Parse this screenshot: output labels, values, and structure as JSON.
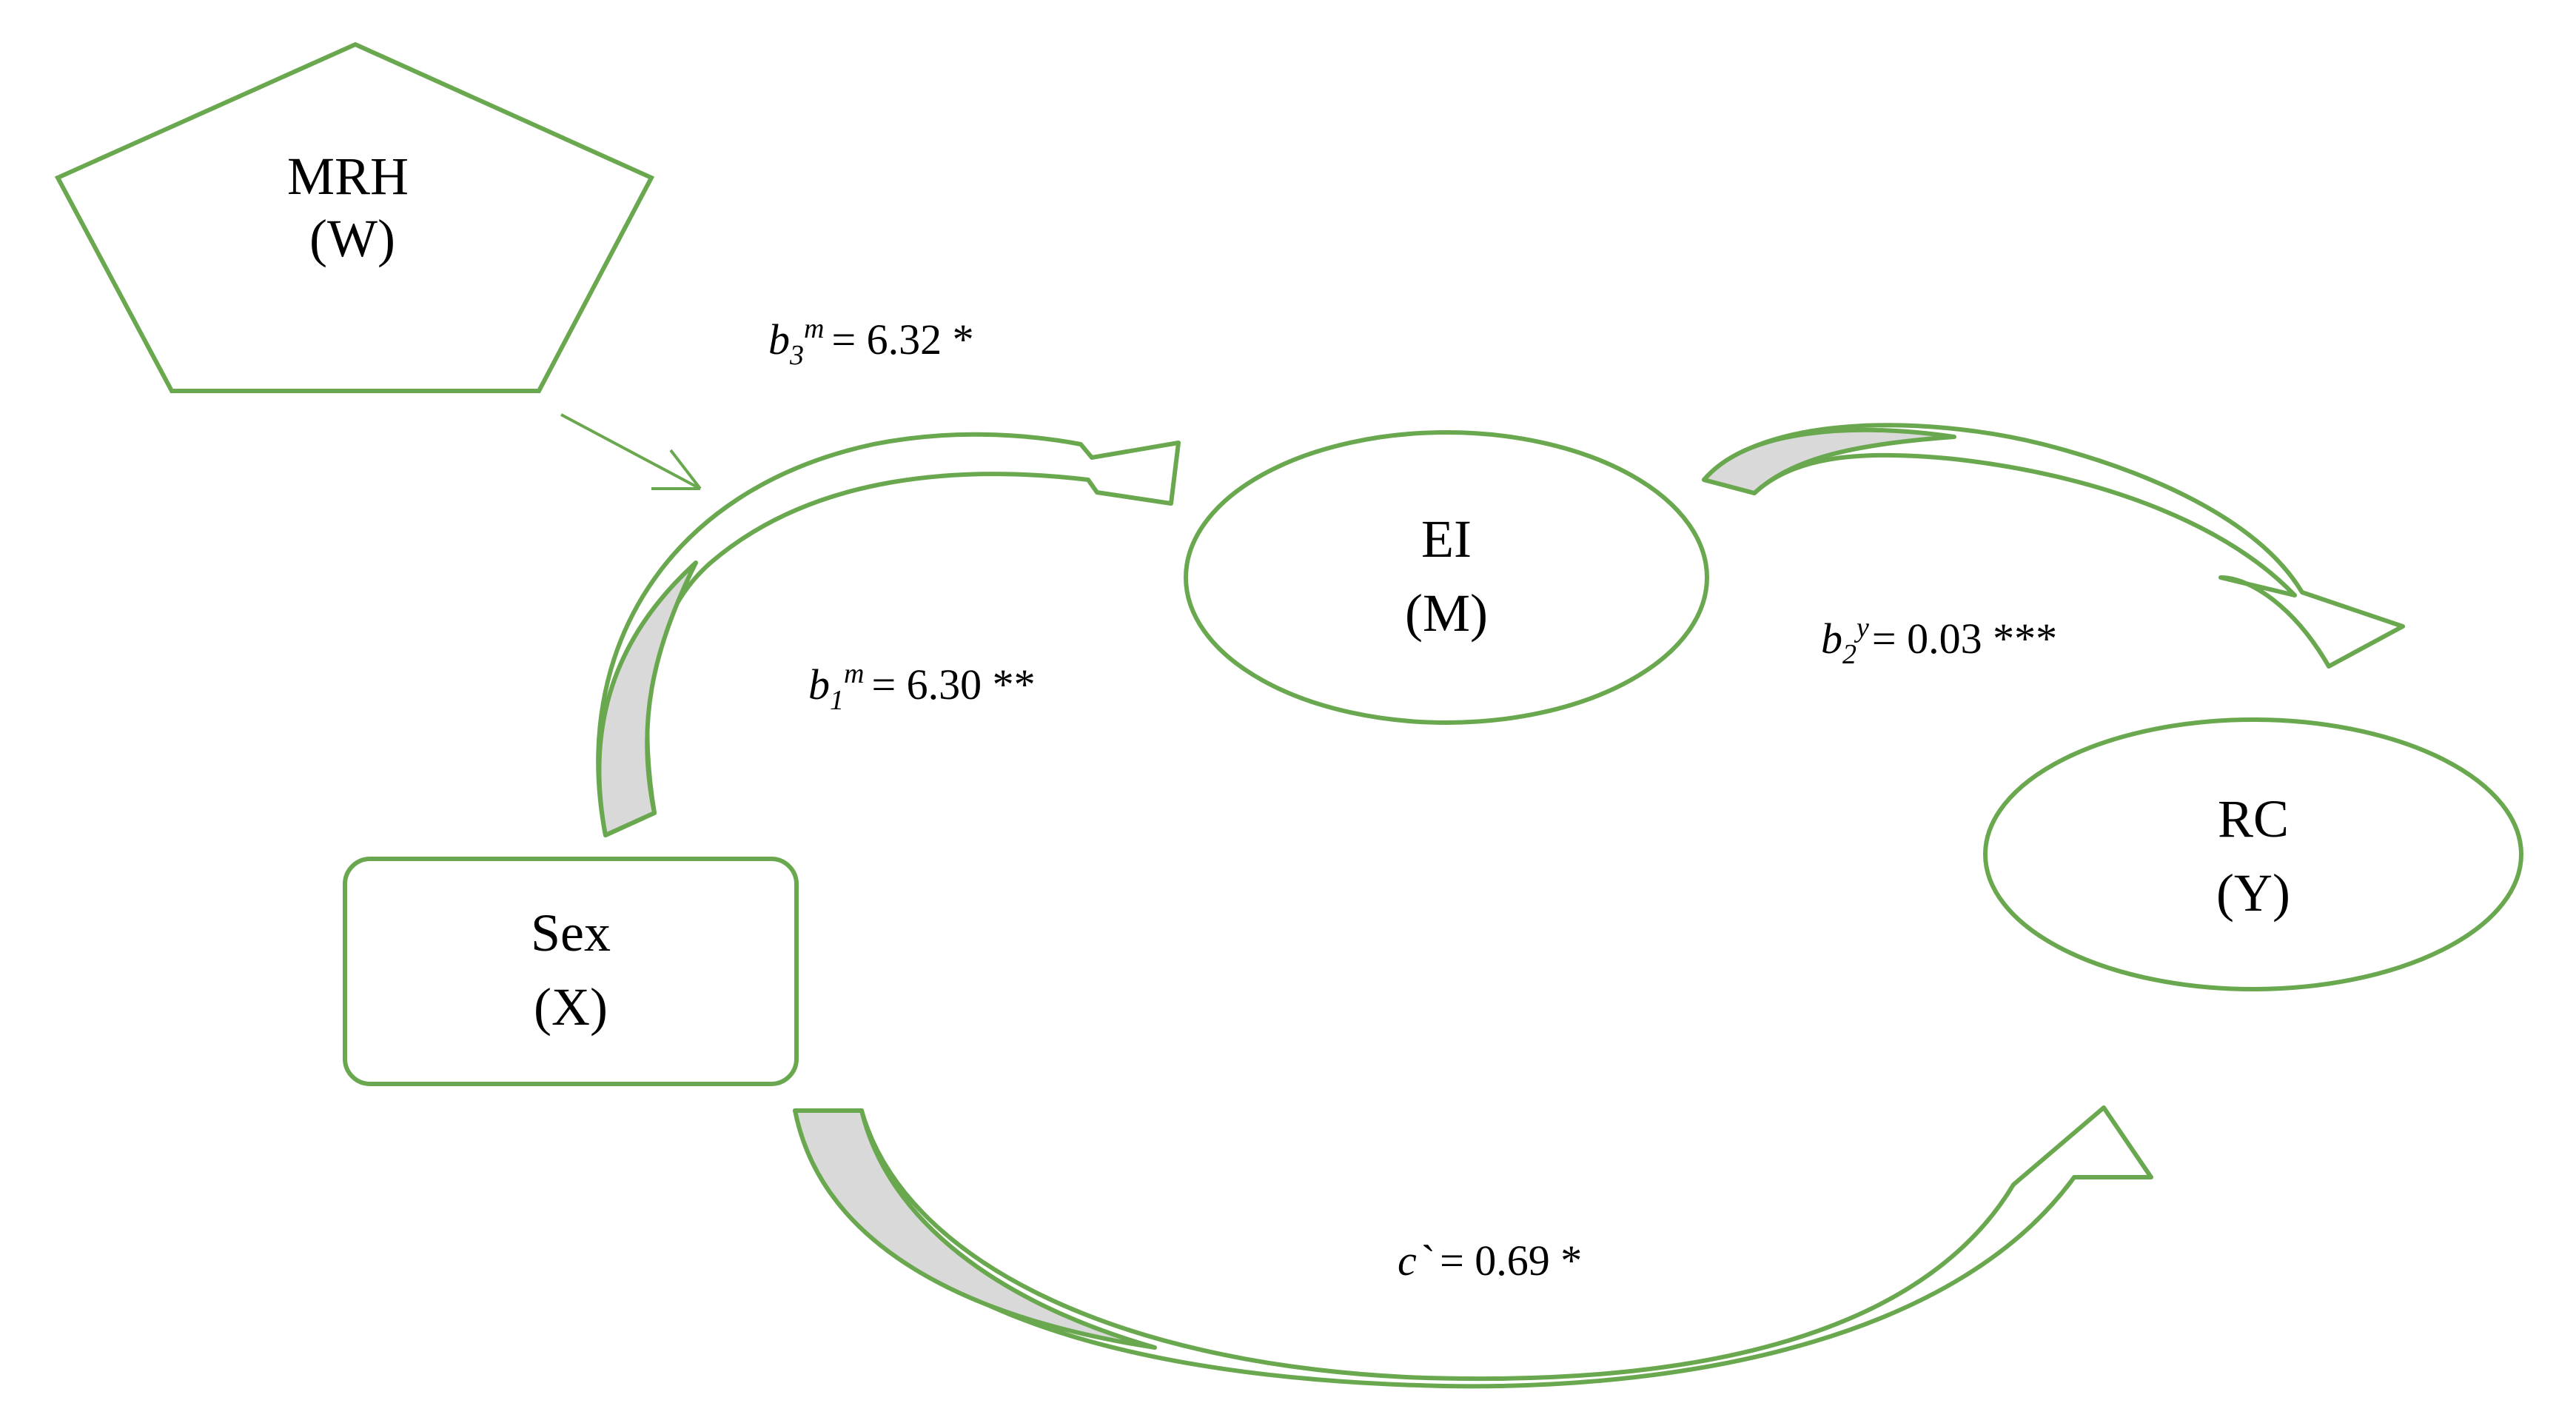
{
  "colors": {
    "outline": "#6aa84f",
    "arrow_fill_light": "#ffffff",
    "arrow_fill_shade": "#d9d9d9",
    "text": "#000000"
  },
  "nodes": {
    "moderator": {
      "name": "MRH",
      "symbol": "(W)",
      "shape": "pentagon"
    },
    "mediator": {
      "name": "EI",
      "symbol": "(M)",
      "shape": "ellipse"
    },
    "outcome": {
      "name": "RC",
      "symbol": "(Y)",
      "shape": "ellipse"
    },
    "predictor": {
      "name": "Sex",
      "symbol": "(X)",
      "shape": "rounded-rectangle"
    }
  },
  "paths": {
    "b3": {
      "coef": "b",
      "sub": "3",
      "sup": "m",
      "value": "= 6.32 *"
    },
    "b1": {
      "coef": "b",
      "sub": "1",
      "sup": "m",
      "value": "= 6.30 **"
    },
    "b2": {
      "coef": "b",
      "sub": "2",
      "sup": "y",
      "value": "= 0.03 ***"
    },
    "c_prime": {
      "coef": "c",
      "prime": "`",
      "value": "= 0.69 *"
    }
  }
}
